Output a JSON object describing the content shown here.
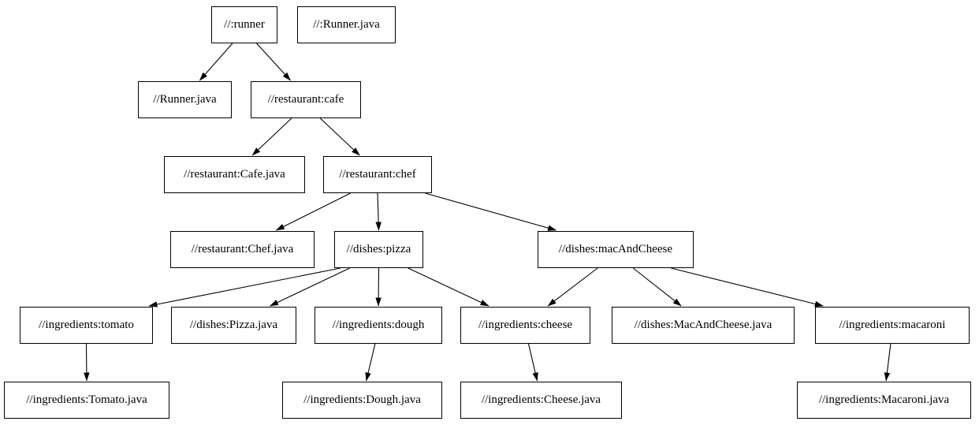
{
  "diagram": {
    "type": "dependency-graph",
    "background_color": "#ffffff",
    "node_fill_color": "#ffffff",
    "node_border_color": "#000000",
    "edge_color": "#000000",
    "nodes": [
      {
        "id": "runner",
        "label": "//:runner"
      },
      {
        "id": "runner-java-src",
        "label": "//:Runner.java"
      },
      {
        "id": "runner-java",
        "label": "//Runner.java"
      },
      {
        "id": "cafe",
        "label": "//restaurant:cafe"
      },
      {
        "id": "cafe-java",
        "label": "//restaurant:Cafe.java"
      },
      {
        "id": "chef",
        "label": "//restaurant:chef"
      },
      {
        "id": "chef-java",
        "label": "//restaurant:Chef.java"
      },
      {
        "id": "pizza",
        "label": "//dishes:pizza"
      },
      {
        "id": "mac-and-cheese",
        "label": "//dishes:macAndCheese"
      },
      {
        "id": "tomato",
        "label": "//ingredients:tomato"
      },
      {
        "id": "pizza-java",
        "label": "//dishes:Pizza.java"
      },
      {
        "id": "dough",
        "label": "//ingredients:dough"
      },
      {
        "id": "cheese",
        "label": "//ingredients:cheese"
      },
      {
        "id": "mac-and-cheese-java",
        "label": "//dishes:MacAndCheese.java"
      },
      {
        "id": "macaroni",
        "label": "//ingredients:macaroni"
      },
      {
        "id": "tomato-java",
        "label": "//ingredients:Tomato.java"
      },
      {
        "id": "dough-java",
        "label": "//ingredients:Dough.java"
      },
      {
        "id": "cheese-java",
        "label": "//ingredients:Cheese.java"
      },
      {
        "id": "macaroni-java",
        "label": "//ingredients:Macaroni.java"
      }
    ],
    "edges": [
      {
        "from": "runner",
        "to": "runner-java"
      },
      {
        "from": "runner",
        "to": "cafe"
      },
      {
        "from": "cafe",
        "to": "cafe-java"
      },
      {
        "from": "cafe",
        "to": "chef"
      },
      {
        "from": "chef",
        "to": "chef-java"
      },
      {
        "from": "chef",
        "to": "pizza"
      },
      {
        "from": "chef",
        "to": "mac-and-cheese"
      },
      {
        "from": "pizza",
        "to": "tomato"
      },
      {
        "from": "pizza",
        "to": "pizza-java"
      },
      {
        "from": "pizza",
        "to": "dough"
      },
      {
        "from": "pizza",
        "to": "cheese"
      },
      {
        "from": "mac-and-cheese",
        "to": "cheese"
      },
      {
        "from": "mac-and-cheese",
        "to": "mac-and-cheese-java"
      },
      {
        "from": "mac-and-cheese",
        "to": "macaroni"
      },
      {
        "from": "tomato",
        "to": "tomato-java"
      },
      {
        "from": "dough",
        "to": "dough-java"
      },
      {
        "from": "cheese",
        "to": "cheese-java"
      },
      {
        "from": "macaroni",
        "to": "macaroni-java"
      }
    ]
  }
}
